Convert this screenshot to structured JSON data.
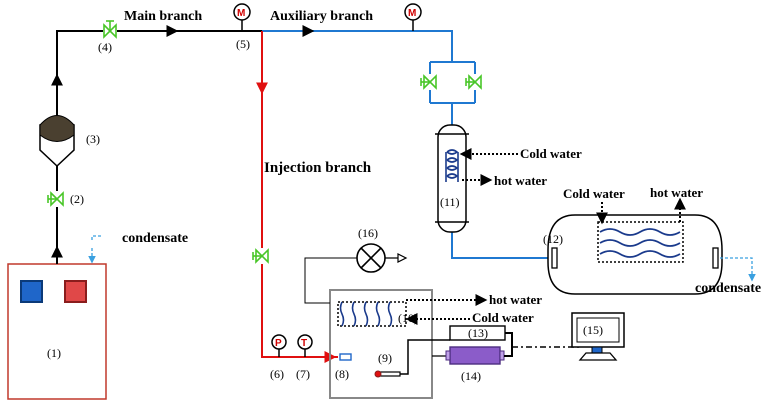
{
  "colors": {
    "main_line": "#000000",
    "auxiliary_line": "#1f78d1",
    "injection_line": "#e01010",
    "valve": "#49c628",
    "condensate_dash": "#3aa0e0",
    "boiler_border": "#c0392b",
    "blue_button": "#1f66c9",
    "red_button": "#e04848",
    "separator_top": "#4a4030",
    "gauge": "#d10000",
    "coil": "#1a3a8c",
    "daq_purple": "#8b5cc9"
  },
  "labels": {
    "main_branch": "Main branch",
    "auxiliary_branch": "Auxiliary branch",
    "injection_branch": "Injection branch",
    "condensate_boiler": "condensate",
    "condensate_tank": "condensate",
    "cold_water_condenser": "Cold water",
    "hot_water_condenser": "hot water",
    "cold_water_tank": "Cold water",
    "hot_water_tank": "hot water",
    "hot_water_test": "hot water",
    "cold_water_test": "Cold water"
  },
  "gauges": {
    "m_main": "M",
    "m_aux": "M",
    "p": "P",
    "t": "T"
  },
  "components": {
    "n1": "(1)",
    "n2": "(2)",
    "n3": "(3)",
    "n4": "(4)",
    "n5": "(5)",
    "n6": "(6)",
    "n7": "(7)",
    "n8": "(8)",
    "n9": "(9)",
    "n10": "(10)",
    "n11": "(11)",
    "n12": "(12)",
    "n13": "(13)",
    "n14": "(14)",
    "n15": "(15)",
    "n16": "(16)"
  }
}
